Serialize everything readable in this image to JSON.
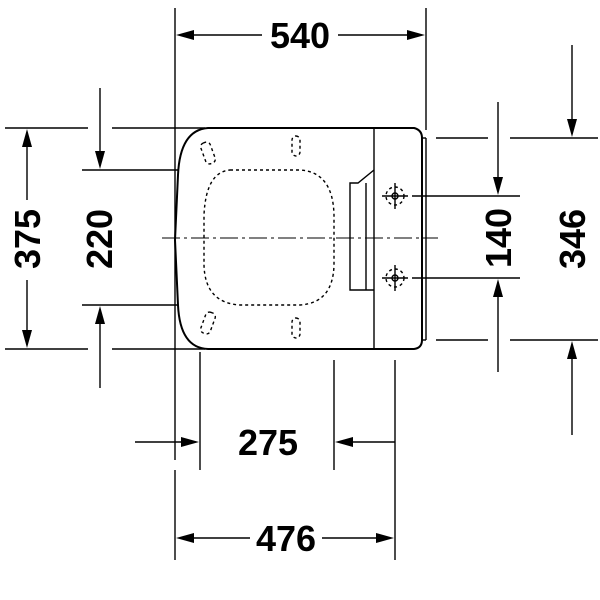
{
  "dimensions": {
    "top_width": "540",
    "left_outer_height": "375",
    "left_inner_height": "220",
    "right_inner_height": "140",
    "right_outer_height": "346",
    "mid_width": "275",
    "bottom_width": "476"
  }
}
